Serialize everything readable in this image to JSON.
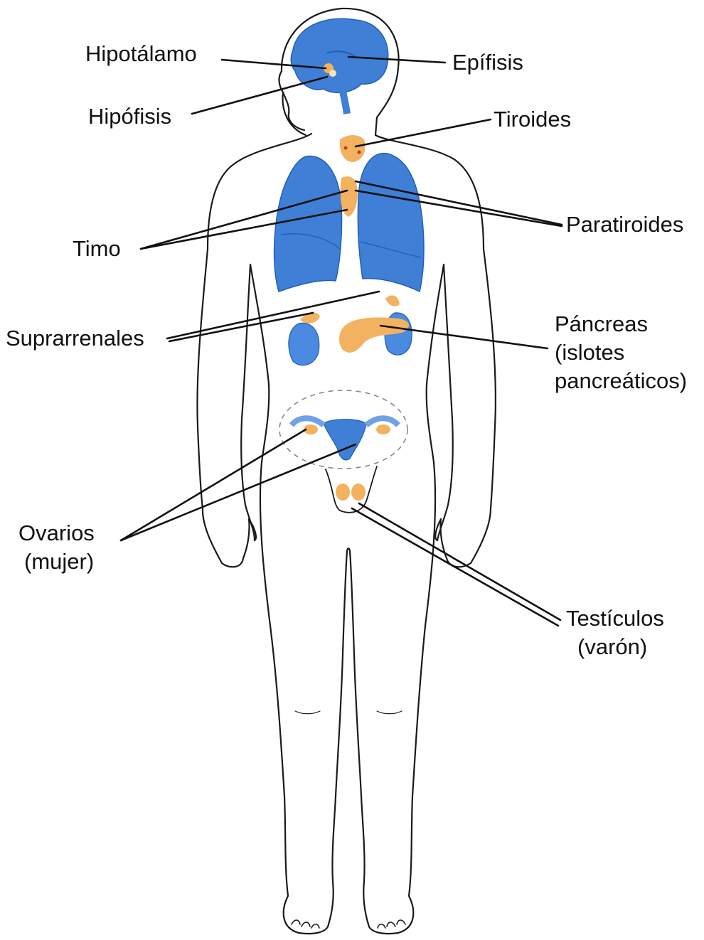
{
  "labels": {
    "hipotalamo": "Hipotálamo",
    "epifisis": "Epífisis",
    "hipofisis": "Hipófisis",
    "tiroides": "Tiroides",
    "paratiroides": "Paratiroides",
    "timo": "Timo",
    "suprarrenales": "Suprarrenales",
    "pancreas": [
      "Páncreas",
      "(islotes",
      "pancreáticos)"
    ],
    "ovarios": [
      "Ovarios",
      "(mujer)"
    ],
    "testiculos": [
      "Testículos",
      "(varón)"
    ]
  },
  "colors": {
    "organ_blue": "#3f7fd6",
    "organ_blue_dark": "#1f5fb8",
    "gland_orange": "#f3b260",
    "outline": "#1a1a1a"
  }
}
